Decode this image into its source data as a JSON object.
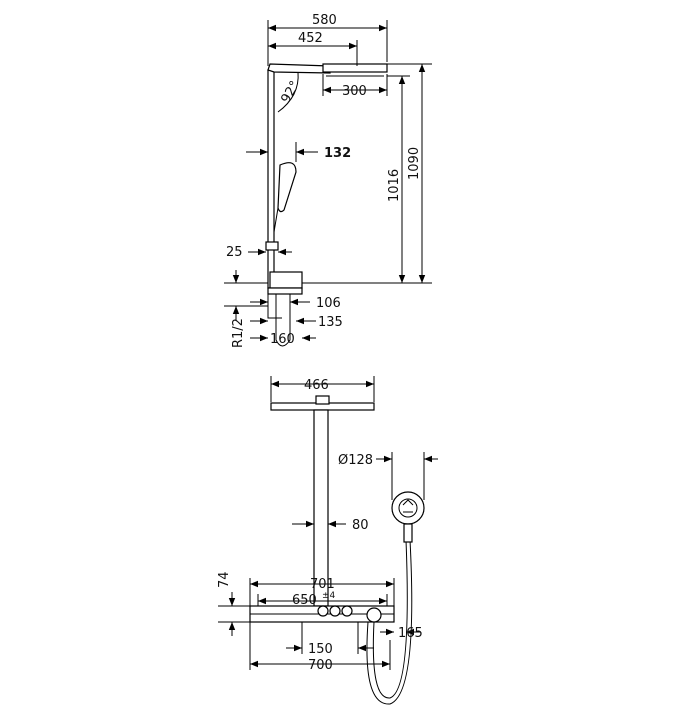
{
  "labels": {
    "d580": "580",
    "d452": "452",
    "d300": "300",
    "angle": "92°",
    "d132": "132",
    "d1016": "1016",
    "d1090": "1090",
    "d25": "25",
    "d106": "106",
    "d135": "135",
    "d160": "160",
    "thread": "R1/2",
    "d466": "466",
    "d128": "Ø128",
    "d80": "80",
    "d74": "74",
    "d701": "701",
    "d650": "650",
    "tol": "±4",
    "d165": "165",
    "d150": "150",
    "d700": "700"
  }
}
